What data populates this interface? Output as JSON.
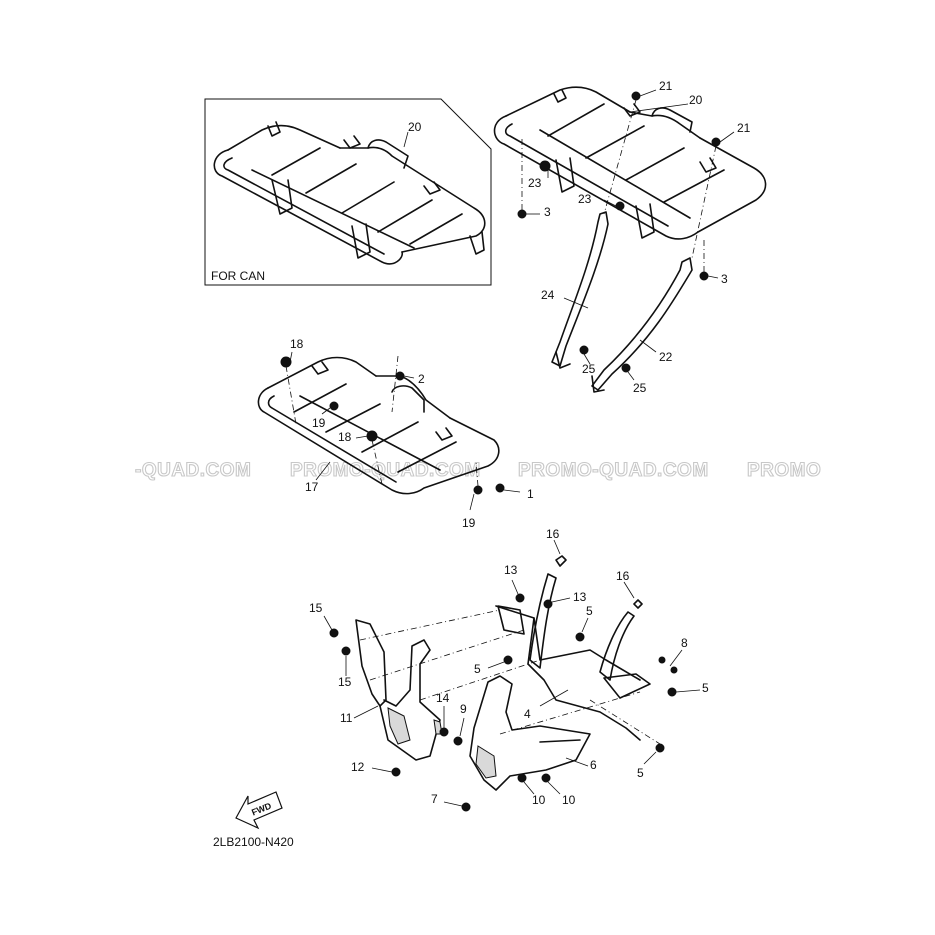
{
  "inset_label": "FOR CAN",
  "drawing_code": "2LB2100-N420",
  "fwd_label": "FWD",
  "watermarks": [
    "-QUAD.COM",
    "PROMO-QUAD.COM",
    "PROMO-QUAD.COM",
    "PROMO"
  ],
  "callouts": {
    "c20_inset": "20",
    "c21_a": "21",
    "c20": "20",
    "c21_b": "21",
    "c23_a": "23",
    "c3_a": "3",
    "c23_b": "23",
    "c3_b": "3",
    "c24": "24",
    "c22": "22",
    "c25_a": "25",
    "c25_b": "25",
    "c18_a": "18",
    "c2": "2",
    "c19_a": "19",
    "c18_b": "18",
    "c17": "17",
    "c1": "1",
    "c19_b": "19",
    "c16_a": "16",
    "c13_a": "13",
    "c13_b": "13",
    "c16_b": "16",
    "c15_a": "15",
    "c5_a": "5",
    "c8": "8",
    "c5_b": "5",
    "c15_b": "15",
    "c5_c": "5",
    "c14": "14",
    "c4": "4",
    "c11": "11",
    "c9": "9",
    "c6": "6",
    "c5_d": "5",
    "c12": "12",
    "c10_a": "10",
    "c10_b": "10",
    "c7": "7"
  }
}
